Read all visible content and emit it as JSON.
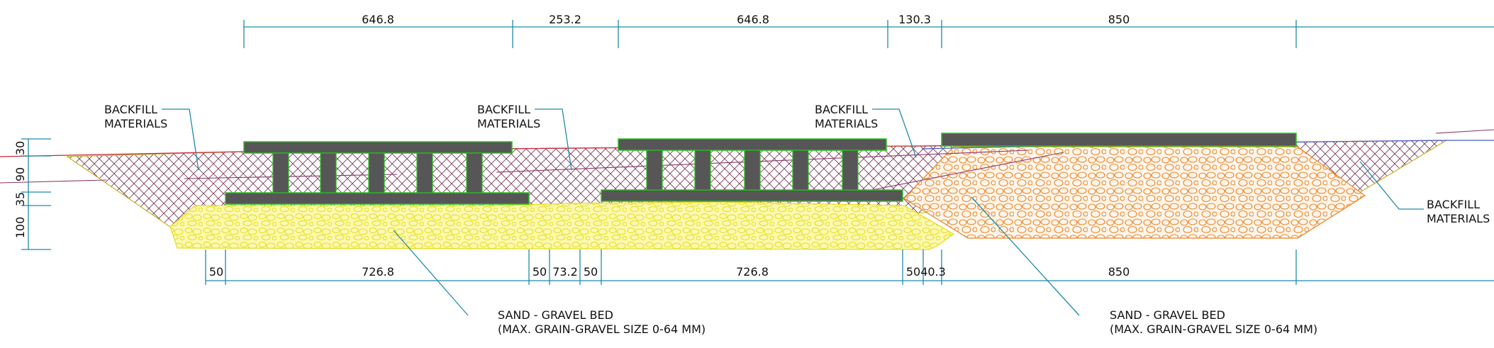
{
  "top_dimensions": [
    "646.8",
    "253.2",
    "646.8",
    "130.3",
    "850"
  ],
  "bottom_dimensions": [
    "50",
    "726.8",
    "50",
    "73.2",
    "50",
    "726.8",
    "50",
    "40.3",
    "850"
  ],
  "vertical_dimensions": [
    "30",
    "90",
    "35",
    "100"
  ],
  "labels": {
    "backfill_1": [
      "BACKFILL",
      "MATERIALS"
    ],
    "backfill_2": [
      "BACKFILL",
      "MATERIALS"
    ],
    "backfill_3": [
      "BACKFILL",
      "MATERIALS"
    ],
    "backfill_4": [
      "BACKFILL",
      "MATERIALS"
    ],
    "sand_bed_1": [
      "SAND - GRAVEL BED",
      "(MAX. GRAIN-GRAVEL SIZE 0-64 MM)"
    ],
    "sand_bed_2": [
      "SAND - GRAVEL BED",
      "(MAX. GRAIN-GRAVEL SIZE 0-64 MM)"
    ]
  },
  "colors": {
    "dimension": "#1f8aa8",
    "backfill_hatch": "#7a3a5a",
    "sand_bed": "#f2ee4a",
    "gravel_orange": "#e8862a",
    "concrete": "#565656",
    "outline_green": "#29c01e",
    "ground_line_red": "#c8283c",
    "ground_line_blue": "#4a5ad0"
  }
}
